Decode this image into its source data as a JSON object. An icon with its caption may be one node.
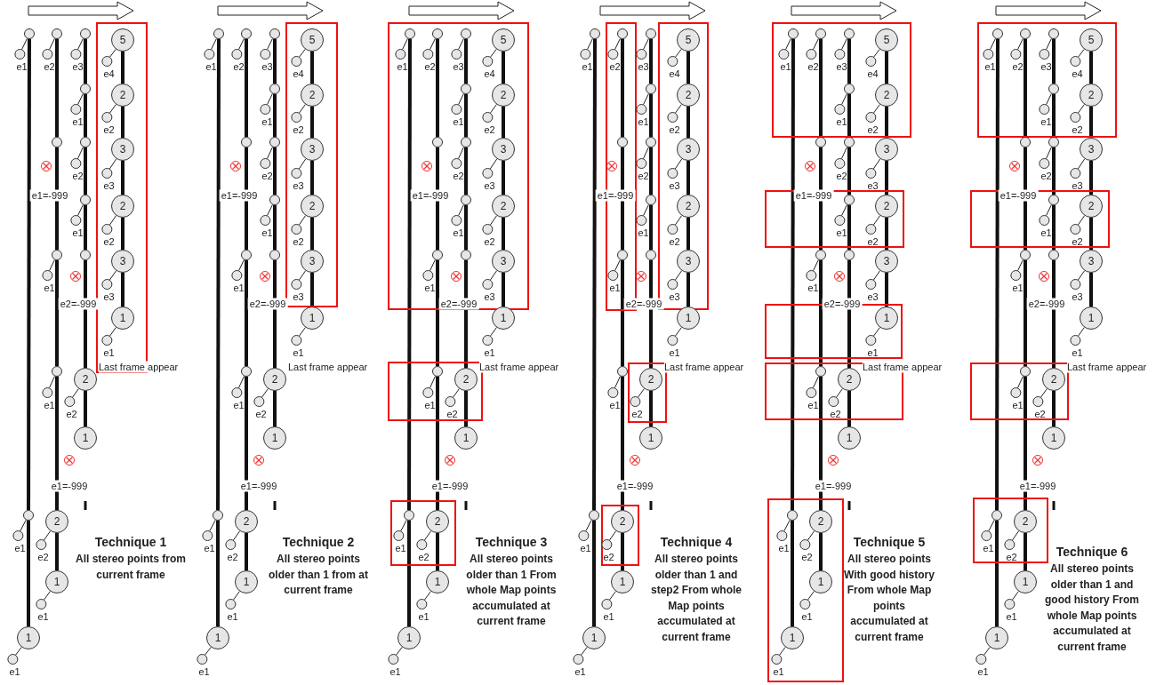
{
  "diagram": {
    "nodes": [
      {
        "text": [],
        "shape": "circle"
      },
      {
        "text": [
          "e1"
        ]
      },
      {
        "text": [],
        "shape": "circle"
      },
      {
        "text": [
          "e2"
        ]
      },
      {
        "text": [],
        "shape": "circle"
      },
      {
        "text": [
          "e3"
        ]
      },
      {
        "text": [
          "5"
        ]
      },
      {
        "text": [
          "e4"
        ]
      },
      {
        "text": [],
        "shape": "circle"
      },
      {
        "text": [
          "e1"
        ]
      },
      {
        "text": [
          "2"
        ]
      },
      {
        "text": [
          "e2"
        ]
      },
      {
        "text": [],
        "shape": "circle"
      },
      {
        "text": [],
        "shape": "circle"
      },
      {
        "text": [
          "e2"
        ]
      },
      {
        "text": [
          "3"
        ]
      },
      {
        "text": [
          "e3"
        ]
      },
      {
        "text": [],
        "shape": "circle"
      },
      {
        "text": [
          "e1"
        ]
      },
      {
        "text": [
          "2"
        ]
      },
      {
        "text": [
          "e2"
        ]
      },
      {
        "text": [],
        "shape": "circle"
      },
      {
        "text": [
          "e1"
        ]
      },
      {
        "text": [],
        "shape": "circle"
      },
      {
        "text": [
          "3"
        ]
      },
      {
        "text": [
          "e3"
        ]
      },
      {
        "text": [
          "1"
        ]
      },
      {
        "text": [
          "e1"
        ]
      },
      {
        "text": [],
        "shape": "circle"
      },
      {
        "text": [
          "e1"
        ]
      },
      {
        "text": [
          "2"
        ]
      },
      {
        "text": [
          "e2"
        ]
      },
      {
        "text": [
          "1"
        ]
      },
      {
        "text": [],
        "shape": "circle"
      },
      {
        "text": [
          "e1"
        ]
      },
      {
        "text": [
          "2"
        ]
      },
      {
        "text": [
          "e2"
        ]
      },
      {
        "text": [
          "1"
        ]
      },
      {
        "text": [
          "e1"
        ]
      },
      {
        "text": [
          "1"
        ]
      },
      {
        "text": [
          "e1"
        ]
      },
      {
        "text": [],
        "shape": "circle"
      },
      {
        "text": [
          "e1"
        ]
      },
      {
        "text": [],
        "shape": "circle"
      },
      {
        "text": [
          "e2"
        ]
      },
      {
        "text": [],
        "shape": "circle"
      },
      {
        "text": [
          "e3"
        ]
      },
      {
        "text": [
          "5"
        ]
      },
      {
        "text": [
          "e4"
        ]
      },
      {
        "text": [],
        "shape": "circle"
      },
      {
        "text": [
          "e1"
        ]
      },
      {
        "text": [
          "2"
        ]
      },
      {
        "text": [
          "e2"
        ]
      },
      {
        "text": [],
        "shape": "circle"
      },
      {
        "text": [],
        "shape": "circle"
      },
      {
        "text": [
          "e2"
        ]
      },
      {
        "text": [
          "3"
        ]
      },
      {
        "text": [
          "e3"
        ]
      },
      {
        "text": [],
        "shape": "circle"
      },
      {
        "text": [
          "e1"
        ]
      },
      {
        "text": [
          "2"
        ]
      },
      {
        "text": [
          "e2"
        ]
      },
      {
        "text": [],
        "shape": "circle"
      },
      {
        "text": [
          "e1"
        ]
      },
      {
        "text": [],
        "shape": "circle"
      },
      {
        "text": [
          "3"
        ]
      },
      {
        "text": [
          "e3"
        ]
      },
      {
        "text": [
          "1"
        ]
      },
      {
        "text": [
          "e1"
        ]
      },
      {
        "text": [],
        "shape": "circle"
      },
      {
        "text": [
          "e1"
        ]
      },
      {
        "text": [
          "2"
        ]
      },
      {
        "text": [
          "e2"
        ]
      },
      {
        "text": [
          "1"
        ]
      },
      {
        "text": [],
        "shape": "circle"
      },
      {
        "text": [
          "e1"
        ]
      },
      {
        "text": [
          "2"
        ]
      },
      {
        "text": [
          "e2"
        ]
      },
      {
        "text": [
          "1"
        ]
      },
      {
        "text": [
          "e1"
        ]
      },
      {
        "text": [
          "1"
        ]
      },
      {
        "text": [
          "e1"
        ]
      },
      {
        "text": [],
        "shape": "circle"
      },
      {
        "text": [
          "e1"
        ]
      },
      {
        "text": [],
        "shape": "circle"
      },
      {
        "text": [
          "e2"
        ]
      },
      {
        "text": [],
        "shape": "circle"
      },
      {
        "text": [
          "e3"
        ]
      },
      {
        "text": [
          "5"
        ]
      },
      {
        "text": [
          "e4"
        ]
      },
      {
        "text": [],
        "shape": "circle"
      },
      {
        "text": [
          "e1"
        ]
      },
      {
        "text": [
          "2"
        ]
      },
      {
        "text": [
          "e2"
        ]
      },
      {
        "text": [],
        "shape": "circle"
      },
      {
        "text": [],
        "shape": "circle"
      },
      {
        "text": [
          "e2"
        ]
      },
      {
        "text": [
          "3"
        ]
      },
      {
        "text": [
          "e3"
        ]
      },
      {
        "text": [],
        "shape": "circle"
      },
      {
        "text": [
          "e1"
        ]
      },
      {
        "text": [
          "2"
        ]
      },
      {
        "text": [
          "e2"
        ]
      },
      {
        "text": [],
        "shape": "circle"
      },
      {
        "text": [
          "e1"
        ]
      },
      {
        "text": [],
        "shape": "circle"
      },
      {
        "text": [
          "3"
        ]
      },
      {
        "text": [
          "e3"
        ]
      },
      {
        "text": [
          "1"
        ]
      },
      {
        "text": [
          "e1"
        ]
      },
      {
        "text": [],
        "shape": "circle"
      },
      {
        "text": [
          "e1"
        ]
      },
      {
        "text": [
          "2"
        ]
      },
      {
        "text": [
          "e2"
        ]
      },
      {
        "text": [
          "1"
        ]
      },
      {
        "text": [],
        "shape": "circle"
      },
      {
        "text": [
          "e1"
        ]
      },
      {
        "text": [
          "2"
        ]
      },
      {
        "text": [
          "e2"
        ]
      },
      {
        "text": [
          "1"
        ]
      },
      {
        "text": [
          "e1"
        ]
      },
      {
        "text": [
          "1"
        ]
      },
      {
        "text": [
          "e1"
        ]
      },
      {
        "text": [],
        "shape": "circle"
      },
      {
        "text": [
          "e1"
        ]
      },
      {
        "text": [],
        "shape": "circle"
      },
      {
        "text": [
          "e2"
        ]
      },
      {
        "text": [],
        "shape": "circle"
      },
      {
        "text": [
          "e3"
        ]
      },
      {
        "text": [
          "5"
        ]
      },
      {
        "text": [
          "e4"
        ]
      },
      {
        "text": [],
        "shape": "circle"
      },
      {
        "text": [
          "e1"
        ]
      },
      {
        "text": [
          "2"
        ]
      },
      {
        "text": [
          "e2"
        ]
      },
      {
        "text": [],
        "shape": "circle"
      },
      {
        "text": [],
        "shape": "circle"
      },
      {
        "text": [
          "e2"
        ]
      },
      {
        "text": [
          "3"
        ]
      },
      {
        "text": [
          "e3"
        ]
      },
      {
        "text": [],
        "shape": "circle"
      },
      {
        "text": [
          "e1"
        ]
      },
      {
        "text": [
          "2"
        ]
      },
      {
        "text": [
          "e2"
        ]
      },
      {
        "text": [],
        "shape": "circle"
      },
      {
        "text": [
          "e1"
        ]
      },
      {
        "text": [],
        "shape": "circle"
      },
      {
        "text": [
          "3"
        ]
      },
      {
        "text": [
          "e3"
        ]
      },
      {
        "text": [
          "1"
        ]
      },
      {
        "text": [
          "e1"
        ]
      },
      {
        "text": [],
        "shape": "circle"
      },
      {
        "text": [
          "e1"
        ]
      },
      {
        "text": [
          "2"
        ]
      },
      {
        "text": [
          "e2"
        ]
      },
      {
        "text": [
          "1"
        ]
      },
      {
        "text": [],
        "shape": "circle"
      },
      {
        "text": [
          "e1"
        ]
      },
      {
        "text": [
          "2"
        ]
      },
      {
        "text": [
          "e2"
        ]
      },
      {
        "text": [
          "1"
        ]
      },
      {
        "text": [
          "e1"
        ]
      },
      {
        "text": [
          "1"
        ]
      },
      {
        "text": [
          "e1"
        ]
      },
      {
        "text": [],
        "shape": "circle"
      },
      {
        "text": [
          "e1"
        ]
      },
      {
        "text": [],
        "shape": "circle"
      },
      {
        "text": [
          "e2"
        ]
      },
      {
        "text": [],
        "shape": "circle"
      },
      {
        "text": [
          "e3"
        ]
      },
      {
        "text": [
          "5"
        ]
      },
      {
        "text": [
          "e4"
        ]
      },
      {
        "text": [],
        "shape": "circle"
      },
      {
        "text": [
          "e1"
        ]
      },
      {
        "text": [
          "2"
        ]
      },
      {
        "text": [
          "e2"
        ]
      },
      {
        "text": [],
        "shape": "circle"
      },
      {
        "text": [],
        "shape": "circle"
      },
      {
        "text": [
          "e2"
        ]
      },
      {
        "text": [
          "3"
        ]
      },
      {
        "text": [
          "e3"
        ]
      },
      {
        "text": [],
        "shape": "circle"
      },
      {
        "text": [
          "e1"
        ]
      },
      {
        "text": [
          "2"
        ]
      },
      {
        "text": [
          "e2"
        ]
      },
      {
        "text": [],
        "shape": "circle"
      },
      {
        "text": [
          "e1"
        ]
      },
      {
        "text": [],
        "shape": "circle"
      },
      {
        "text": [
          "3"
        ]
      },
      {
        "text": [
          "e3"
        ]
      },
      {
        "text": [
          "1"
        ]
      },
      {
        "text": [
          "e1"
        ]
      },
      {
        "text": [],
        "shape": "circle"
      },
      {
        "text": [
          "e1"
        ]
      },
      {
        "text": [
          "2"
        ]
      },
      {
        "text": [
          "e2"
        ]
      },
      {
        "text": [
          "1"
        ]
      },
      {
        "text": [],
        "shape": "circle"
      },
      {
        "text": [
          "e1"
        ]
      },
      {
        "text": [
          "2"
        ]
      },
      {
        "text": [
          "e2"
        ]
      },
      {
        "text": [
          "1"
        ]
      },
      {
        "text": [
          "e1"
        ]
      },
      {
        "text": [
          "1"
        ]
      },
      {
        "text": [
          "e1"
        ]
      },
      {
        "text": [],
        "shape": "circle"
      },
      {
        "text": [
          "e1"
        ]
      },
      {
        "text": [],
        "shape": "circle"
      },
      {
        "text": [
          "e2"
        ]
      },
      {
        "text": [],
        "shape": "circle"
      },
      {
        "text": [
          "e3"
        ]
      },
      {
        "text": [
          "5"
        ]
      },
      {
        "text": [
          "e4"
        ]
      },
      {
        "text": [],
        "shape": "circle"
      },
      {
        "text": [
          "e1"
        ]
      },
      {
        "text": [
          "2"
        ]
      },
      {
        "text": [
          "e2"
        ]
      },
      {
        "text": [],
        "shape": "circle"
      },
      {
        "text": [],
        "shape": "circle"
      },
      {
        "text": [
          "e2"
        ]
      },
      {
        "text": [
          "3"
        ]
      },
      {
        "text": [
          "e3"
        ]
      },
      {
        "text": [],
        "shape": "circle"
      },
      {
        "text": [
          "e1"
        ]
      },
      {
        "text": [
          "2"
        ]
      },
      {
        "text": [
          "e2"
        ]
      },
      {
        "text": [],
        "shape": "circle"
      },
      {
        "text": [
          "e1"
        ]
      },
      {
        "text": [],
        "shape": "circle"
      },
      {
        "text": [
          "3"
        ]
      },
      {
        "text": [
          "e3"
        ]
      },
      {
        "text": [
          "1"
        ]
      },
      {
        "text": [
          "e1"
        ]
      },
      {
        "text": [],
        "shape": "circle"
      },
      {
        "text": [
          "e1"
        ]
      },
      {
        "text": [
          "2"
        ]
      },
      {
        "text": [
          "e2"
        ]
      },
      {
        "text": [
          "1"
        ]
      },
      {
        "text": [],
        "shape": "circle"
      },
      {
        "text": [
          "e1"
        ]
      },
      {
        "text": [
          "2"
        ]
      },
      {
        "text": [
          "e2"
        ]
      },
      {
        "text": [
          "1"
        ]
      },
      {
        "text": [
          "e1"
        ]
      },
      {
        "text": [
          "1"
        ]
      },
      {
        "text": [
          "e1"
        ]
      }
    ],
    "edges": [
      {
        "from": 0,
        "to": 1,
        "arrow": "none"
      },
      {
        "from": 2,
        "to": 3,
        "arrow": "none"
      },
      {
        "from": 4,
        "to": 5,
        "arrow": "none"
      },
      {
        "from": 6,
        "to": 7,
        "arrow": "none"
      },
      {
        "from": 8,
        "to": 9,
        "arrow": "none"
      },
      {
        "from": 10,
        "to": 11,
        "arrow": "none"
      },
      {
        "from": 13,
        "to": 14,
        "arrow": "none"
      },
      {
        "from": 15,
        "to": 16,
        "arrow": "none"
      },
      {
        "from": 17,
        "to": 18,
        "arrow": "none"
      },
      {
        "from": 19,
        "to": 20,
        "arrow": "none"
      },
      {
        "from": 21,
        "to": 22,
        "arrow": "none"
      },
      {
        "from": 24,
        "to": 25,
        "arrow": "none"
      },
      {
        "from": 26,
        "to": 27,
        "arrow": "none"
      },
      {
        "from": 28,
        "to": 29,
        "arrow": "none"
      },
      {
        "from": 30,
        "to": 31,
        "arrow": "none"
      },
      {
        "from": 33,
        "to": 34,
        "arrow": "none"
      },
      {
        "from": 35,
        "to": 36,
        "arrow": "none"
      },
      {
        "from": 37,
        "to": 38,
        "arrow": "none"
      },
      {
        "from": 39,
        "to": 40,
        "arrow": "none"
      },
      {
        "from": 41,
        "to": 42,
        "arrow": "none"
      },
      {
        "from": 43,
        "to": 44,
        "arrow": "none"
      },
      {
        "from": 45,
        "to": 46,
        "arrow": "none"
      },
      {
        "from": 47,
        "to": 48,
        "arrow": "none"
      },
      {
        "from": 49,
        "to": 50,
        "arrow": "none"
      },
      {
        "from": 51,
        "to": 52,
        "arrow": "none"
      },
      {
        "from": 54,
        "to": 55,
        "arrow": "none"
      },
      {
        "from": 56,
        "to": 57,
        "arrow": "none"
      },
      {
        "from": 58,
        "to": 59,
        "arrow": "none"
      },
      {
        "from": 60,
        "to": 61,
        "arrow": "none"
      },
      {
        "from": 62,
        "to": 63,
        "arrow": "none"
      },
      {
        "from": 65,
        "to": 66,
        "arrow": "none"
      },
      {
        "from": 67,
        "to": 68,
        "arrow": "none"
      },
      {
        "from": 69,
        "to": 70,
        "arrow": "none"
      },
      {
        "from": 71,
        "to": 72,
        "arrow": "none"
      },
      {
        "from": 74,
        "to": 75,
        "arrow": "none"
      },
      {
        "from": 76,
        "to": 77,
        "arrow": "none"
      },
      {
        "from": 78,
        "to": 79,
        "arrow": "none"
      },
      {
        "from": 80,
        "to": 81,
        "arrow": "none"
      },
      {
        "from": 82,
        "to": 83,
        "arrow": "none"
      },
      {
        "from": 84,
        "to": 85,
        "arrow": "none"
      },
      {
        "from": 86,
        "to": 87,
        "arrow": "none"
      },
      {
        "from": 88,
        "to": 89,
        "arrow": "none"
      },
      {
        "from": 90,
        "to": 91,
        "arrow": "none"
      },
      {
        "from": 92,
        "to": 93,
        "arrow": "none"
      },
      {
        "from": 95,
        "to": 96,
        "arrow": "none"
      },
      {
        "from": 97,
        "to": 98,
        "arrow": "none"
      },
      {
        "from": 99,
        "to": 100,
        "arrow": "none"
      },
      {
        "from": 101,
        "to": 102,
        "arrow": "none"
      },
      {
        "from": 103,
        "to": 104,
        "arrow": "none"
      },
      {
        "from": 106,
        "to": 107,
        "arrow": "none"
      },
      {
        "from": 108,
        "to": 109,
        "arrow": "none"
      },
      {
        "from": 110,
        "to": 111,
        "arrow": "none"
      },
      {
        "from": 112,
        "to": 113,
        "arrow": "none"
      },
      {
        "from": 115,
        "to": 116,
        "arrow": "none"
      },
      {
        "from": 117,
        "to": 118,
        "arrow": "none"
      },
      {
        "from": 119,
        "to": 120,
        "arrow": "none"
      },
      {
        "from": 121,
        "to": 122,
        "arrow": "none"
      },
      {
        "from": 123,
        "to": 124,
        "arrow": "none"
      },
      {
        "from": 125,
        "to": 126,
        "arrow": "none"
      },
      {
        "from": 127,
        "to": 128,
        "arrow": "none"
      },
      {
        "from": 129,
        "to": 130,
        "arrow": "none"
      },
      {
        "from": 131,
        "to": 132,
        "arrow": "none"
      },
      {
        "from": 133,
        "to": 134,
        "arrow": "none"
      },
      {
        "from": 136,
        "to": 137,
        "arrow": "none"
      },
      {
        "from": 138,
        "to": 139,
        "arrow": "none"
      },
      {
        "from": 140,
        "to": 141,
        "arrow": "none"
      },
      {
        "from": 142,
        "to": 143,
        "arrow": "none"
      },
      {
        "from": 144,
        "to": 145,
        "arrow": "none"
      },
      {
        "from": 147,
        "to": 148,
        "arrow": "none"
      },
      {
        "from": 149,
        "to": 150,
        "arrow": "none"
      },
      {
        "from": 151,
        "to": 152,
        "arrow": "none"
      },
      {
        "from": 153,
        "to": 154,
        "arrow": "none"
      },
      {
        "from": 156,
        "to": 157,
        "arrow": "none"
      },
      {
        "from": 158,
        "to": 159,
        "arrow": "none"
      },
      {
        "from": 160,
        "to": 161,
        "arrow": "none"
      },
      {
        "from": 162,
        "to": 163,
        "arrow": "none"
      },
      {
        "from": 164,
        "to": 165,
        "arrow": "none"
      },
      {
        "from": 166,
        "to": 167,
        "arrow": "none"
      },
      {
        "from": 168,
        "to": 169,
        "arrow": "none"
      },
      {
        "from": 170,
        "to": 171,
        "arrow": "none"
      },
      {
        "from": 172,
        "to": 173,
        "arrow": "none"
      },
      {
        "from": 174,
        "to": 175,
        "arrow": "none"
      },
      {
        "from": 177,
        "to": 178,
        "arrow": "none"
      },
      {
        "from": 179,
        "to": 180,
        "arrow": "none"
      },
      {
        "from": 181,
        "to": 182,
        "arrow": "none"
      },
      {
        "from": 183,
        "to": 184,
        "arrow": "none"
      },
      {
        "from": 185,
        "to": 186,
        "arrow": "none"
      },
      {
        "from": 188,
        "to": 189,
        "arrow": "none"
      },
      {
        "from": 190,
        "to": 191,
        "arrow": "none"
      },
      {
        "from": 192,
        "to": 193,
        "arrow": "none"
      },
      {
        "from": 194,
        "to": 195,
        "arrow": "none"
      },
      {
        "from": 197,
        "to": 198,
        "arrow": "none"
      },
      {
        "from": 199,
        "to": 200,
        "arrow": "none"
      },
      {
        "from": 201,
        "to": 202,
        "arrow": "none"
      },
      {
        "from": 203,
        "to": 204,
        "arrow": "none"
      },
      {
        "from": 205,
        "to": 206,
        "arrow": "none"
      },
      {
        "from": 207,
        "to": 208,
        "arrow": "none"
      },
      {
        "from": 209,
        "to": 210,
        "arrow": "none"
      },
      {
        "from": 211,
        "to": 212,
        "arrow": "none"
      },
      {
        "from": 213,
        "to": 214,
        "arrow": "none"
      },
      {
        "from": 215,
        "to": 216,
        "arrow": "none"
      },
      {
        "from": 218,
        "to": 219,
        "arrow": "none"
      },
      {
        "from": 220,
        "to": 221,
        "arrow": "none"
      },
      {
        "from": 222,
        "to": 223,
        "arrow": "none"
      },
      {
        "from": 224,
        "to": 225,
        "arrow": "none"
      },
      {
        "from": 226,
        "to": 227,
        "arrow": "none"
      },
      {
        "from": 229,
        "to": 230,
        "arrow": "none"
      },
      {
        "from": 231,
        "to": 232,
        "arrow": "none"
      },
      {
        "from": 233,
        "to": 234,
        "arrow": "none"
      },
      {
        "from": 235,
        "to": 236,
        "arrow": "none"
      },
      {
        "from": 238,
        "to": 239,
        "arrow": "none"
      },
      {
        "from": 240,
        "to": 241,
        "arrow": "none"
      },
      {
        "from": 242,
        "to": 243,
        "arrow": "none"
      },
      {
        "from": 244,
        "to": 245,
        "arrow": "none"
      },
      {
        "from": 0,
        "to": 33,
        "arrow": "none",
        "style": "thick"
      },
      {
        "from": 33,
        "to": 39,
        "arrow": "none",
        "style": "thick"
      },
      {
        "from": 2,
        "to": 12,
        "arrow": "none",
        "style": "thick"
      },
      {
        "from": 12,
        "to": 21,
        "arrow": "none",
        "style": "thick"
      },
      {
        "from": 21,
        "to": 28,
        "arrow": "none",
        "style": "thick"
      },
      {
        "from": 28,
        "to": 35,
        "arrow": "none",
        "style": "thick"
      },
      {
        "from": 35,
        "to": 37,
        "arrow": "none",
        "style": "thick"
      },
      {
        "from": 4,
        "to": 8,
        "arrow": "none",
        "style": "thick"
      },
      {
        "from": 8,
        "to": 13,
        "arrow": "none",
        "style": "thick"
      },
      {
        "from": 13,
        "to": 17,
        "arrow": "none",
        "style": "thick"
      },
      {
        "from": 17,
        "to": 23,
        "arrow": "none",
        "style": "thick"
      },
      {
        "from": 23,
        "to": 30,
        "arrow": "none",
        "style": "thick"
      },
      {
        "from": 30,
        "to": 32,
        "arrow": "none",
        "style": "thick"
      },
      {
        "from": 6,
        "to": 10,
        "arrow": "none",
        "style": "thick"
      },
      {
        "from": 10,
        "to": 15,
        "arrow": "none",
        "style": "thick"
      },
      {
        "from": 15,
        "to": 19,
        "arrow": "none",
        "style": "thick"
      },
      {
        "from": 19,
        "to": 24,
        "arrow": "none",
        "style": "thick"
      },
      {
        "from": 24,
        "to": 26,
        "arrow": "none",
        "style": "thick"
      },
      {
        "from": 41,
        "to": 74,
        "arrow": "none",
        "style": "thick"
      },
      {
        "from": 74,
        "to": 80,
        "arrow": "none",
        "style": "thick"
      },
      {
        "from": 43,
        "to": 53,
        "arrow": "none",
        "style": "thick"
      },
      {
        "from": 53,
        "to": 62,
        "arrow": "none",
        "style": "thick"
      },
      {
        "from": 62,
        "to": 69,
        "arrow": "none",
        "style": "thick"
      },
      {
        "from": 69,
        "to": 76,
        "arrow": "none",
        "style": "thick"
      },
      {
        "from": 76,
        "to": 78,
        "arrow": "none",
        "style": "thick"
      },
      {
        "from": 45,
        "to": 49,
        "arrow": "none",
        "style": "thick"
      },
      {
        "from": 49,
        "to": 54,
        "arrow": "none",
        "style": "thick"
      },
      {
        "from": 54,
        "to": 58,
        "arrow": "none",
        "style": "thick"
      },
      {
        "from": 58,
        "to": 64,
        "arrow": "none",
        "style": "thick"
      },
      {
        "from": 64,
        "to": 71,
        "arrow": "none",
        "style": "thick"
      },
      {
        "from": 71,
        "to": 73,
        "arrow": "none",
        "style": "thick"
      },
      {
        "from": 47,
        "to": 51,
        "arrow": "none",
        "style": "thick"
      },
      {
        "from": 51,
        "to": 56,
        "arrow": "none",
        "style": "thick"
      },
      {
        "from": 56,
        "to": 60,
        "arrow": "none",
        "style": "thick"
      },
      {
        "from": 60,
        "to": 65,
        "arrow": "none",
        "style": "thick"
      },
      {
        "from": 65,
        "to": 67,
        "arrow": "none",
        "style": "thick"
      },
      {
        "from": 82,
        "to": 115,
        "arrow": "none",
        "style": "thick"
      },
      {
        "from": 115,
        "to": 121,
        "arrow": "none",
        "style": "thick"
      },
      {
        "from": 84,
        "to": 94,
        "arrow": "none",
        "style": "thick"
      },
      {
        "from": 94,
        "to": 103,
        "arrow": "none",
        "style": "thick"
      },
      {
        "from": 103,
        "to": 110,
        "arrow": "none",
        "style": "thick"
      },
      {
        "from": 110,
        "to": 117,
        "arrow": "none",
        "style": "thick"
      },
      {
        "from": 117,
        "to": 119,
        "arrow": "none",
        "style": "thick"
      },
      {
        "from": 86,
        "to": 90,
        "arrow": "none",
        "style": "thick"
      },
      {
        "from": 90,
        "to": 95,
        "arrow": "none",
        "style": "thick"
      },
      {
        "from": 95,
        "to": 99,
        "arrow": "none",
        "style": "thick"
      },
      {
        "from": 99,
        "to": 105,
        "arrow": "none",
        "style": "thick"
      },
      {
        "from": 105,
        "to": 112,
        "arrow": "none",
        "style": "thick"
      },
      {
        "from": 112,
        "to": 114,
        "arrow": "none",
        "style": "thick"
      },
      {
        "from": 88,
        "to": 92,
        "arrow": "none",
        "style": "thick"
      },
      {
        "from": 92,
        "to": 97,
        "arrow": "none",
        "style": "thick"
      },
      {
        "from": 97,
        "to": 101,
        "arrow": "none",
        "style": "thick"
      },
      {
        "from": 101,
        "to": 106,
        "arrow": "none",
        "style": "thick"
      },
      {
        "from": 106,
        "to": 108,
        "arrow": "none",
        "style": "thick"
      },
      {
        "from": 123,
        "to": 156,
        "arrow": "none",
        "style": "thick"
      },
      {
        "from": 156,
        "to": 162,
        "arrow": "none",
        "style": "thick"
      },
      {
        "from": 125,
        "to": 135,
        "arrow": "none",
        "style": "thick"
      },
      {
        "from": 135,
        "to": 144,
        "arrow": "none",
        "style": "thick"
      },
      {
        "from": 144,
        "to": 151,
        "arrow": "none",
        "style": "thick"
      },
      {
        "from": 151,
        "to": 158,
        "arrow": "none",
        "style": "thick"
      },
      {
        "from": 158,
        "to": 160,
        "arrow": "none",
        "style": "thick"
      },
      {
        "from": 127,
        "to": 131,
        "arrow": "none",
        "style": "thick"
      },
      {
        "from": 131,
        "to": 136,
        "arrow": "none",
        "style": "thick"
      },
      {
        "from": 136,
        "to": 140,
        "arrow": "none",
        "style": "thick"
      },
      {
        "from": 140,
        "to": 146,
        "arrow": "none",
        "style": "thick"
      },
      {
        "from": 146,
        "to": 153,
        "arrow": "none",
        "style": "thick"
      },
      {
        "from": 153,
        "to": 155,
        "arrow": "none",
        "style": "thick"
      },
      {
        "from": 129,
        "to": 133,
        "arrow": "none",
        "style": "thick"
      },
      {
        "from": 133,
        "to": 138,
        "arrow": "none",
        "style": "thick"
      },
      {
        "from": 138,
        "to": 142,
        "arrow": "none",
        "style": "thick"
      },
      {
        "from": 142,
        "to": 147,
        "arrow": "none",
        "style": "thick"
      },
      {
        "from": 147,
        "to": 149,
        "arrow": "none",
        "style": "thick"
      },
      {
        "from": 164,
        "to": 197,
        "arrow": "none",
        "style": "thick"
      },
      {
        "from": 197,
        "to": 203,
        "arrow": "none",
        "style": "thick"
      },
      {
        "from": 166,
        "to": 176,
        "arrow": "none",
        "style": "thick"
      },
      {
        "from": 176,
        "to": 185,
        "arrow": "none",
        "style": "thick"
      },
      {
        "from": 185,
        "to": 192,
        "arrow": "none",
        "style": "thick"
      },
      {
        "from": 192,
        "to": 199,
        "arrow": "none",
        "style": "thick"
      },
      {
        "from": 199,
        "to": 201,
        "arrow": "none",
        "style": "thick"
      },
      {
        "from": 168,
        "to": 172,
        "arrow": "none",
        "style": "thick"
      },
      {
        "from": 172,
        "to": 177,
        "arrow": "none",
        "style": "thick"
      },
      {
        "from": 177,
        "to": 181,
        "arrow": "none",
        "style": "thick"
      },
      {
        "from": 181,
        "to": 187,
        "arrow": "none",
        "style": "thick"
      },
      {
        "from": 187,
        "to": 194,
        "arrow": "none",
        "style": "thick"
      },
      {
        "from": 194,
        "to": 196,
        "arrow": "none",
        "style": "thick"
      },
      {
        "from": 170,
        "to": 174,
        "arrow": "none",
        "style": "thick"
      },
      {
        "from": 174,
        "to": 179,
        "arrow": "none",
        "style": "thick"
      },
      {
        "from": 179,
        "to": 183,
        "arrow": "none",
        "style": "thick"
      },
      {
        "from": 183,
        "to": 188,
        "arrow": "none",
        "style": "thick"
      },
      {
        "from": 188,
        "to": 190,
        "arrow": "none",
        "style": "thick"
      },
      {
        "from": 205,
        "to": 238,
        "arrow": "none",
        "style": "thick"
      },
      {
        "from": 238,
        "to": 244,
        "arrow": "none",
        "style": "thick"
      },
      {
        "from": 207,
        "to": 217,
        "arrow": "none",
        "style": "thick"
      },
      {
        "from": 217,
        "to": 226,
        "arrow": "none",
        "style": "thick"
      },
      {
        "from": 226,
        "to": 233,
        "arrow": "none",
        "style": "thick"
      },
      {
        "from": 233,
        "to": 240,
        "arrow": "none",
        "style": "thick"
      },
      {
        "from": 240,
        "to": 242,
        "arrow": "none",
        "style": "thick"
      },
      {
        "from": 209,
        "to": 213,
        "arrow": "none",
        "style": "thick"
      },
      {
        "from": 213,
        "to": 218,
        "arrow": "none",
        "style": "thick"
      },
      {
        "from": 218,
        "to": 222,
        "arrow": "none",
        "style": "thick"
      },
      {
        "from": 222,
        "to": 228,
        "arrow": "none",
        "style": "thick"
      },
      {
        "from": 228,
        "to": 235,
        "arrow": "none",
        "style": "thick"
      },
      {
        "from": 235,
        "to": 237,
        "arrow": "none",
        "style": "thick"
      },
      {
        "from": 211,
        "to": 215,
        "arrow": "none",
        "style": "thick"
      },
      {
        "from": 215,
        "to": 220,
        "arrow": "none",
        "style": "thick"
      },
      {
        "from": 220,
        "to": 224,
        "arrow": "none",
        "style": "thick"
      },
      {
        "from": 224,
        "to": 229,
        "arrow": "none",
        "style": "thick"
      },
      {
        "from": 229,
        "to": 231,
        "arrow": "none",
        "style": "thick"
      }
    ],
    "labels": [
      "e1=-999",
      "e2=-999",
      "Last frame appear",
      "e1=-999",
      "Technique 1",
      "All stereo points from current frame",
      "e1=-999",
      "e2=-999",
      "Last frame appear",
      "e1=-999",
      "Technique 2",
      "All stereo points older than 1 from at current frame",
      "e1=-999",
      "e2=-999",
      "Last frame appear",
      "e1=-999",
      "Technique 3",
      "All stereo points older than 1 From whole Map points accumulated at current frame",
      "e1=-999",
      "e2=-999",
      "Last frame appear",
      "e1=-999",
      "Technique 4",
      "All stereo points older than 1 and step2 From whole Map points accumulated at current frame",
      "e1=-999",
      "e2=-999",
      "Last frame appear",
      "e1=-999",
      "Technique 5",
      "All stereo points With good history From whole Map points accumulated at current frame",
      "e1=-999",
      "e2=-999",
      "Last frame appear",
      "e1=-999",
      "Technique 6",
      "All stereo points older than 1 and good history From whole Map points accumulated at current frame"
    ]
  }
}
